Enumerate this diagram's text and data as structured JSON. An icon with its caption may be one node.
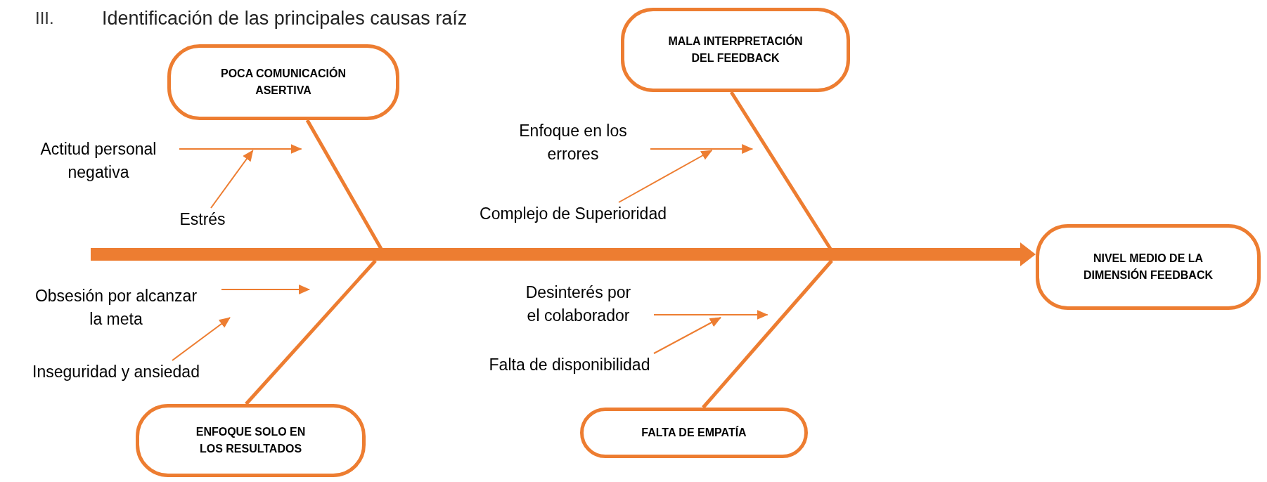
{
  "diagram": {
    "title": "Identificación de las principales causas raíz",
    "nodes": [
      {
        "text": [
          "POCA COMUNICACIÓN ASERTIVA"
        ]
      },
      {
        "text": [
          "MALA INTERPRETACIÓN DEL FEEDBACK"
        ]
      },
      {
        "text": [
          "ENFOQUE SOLO EN LOS RESULTADOS"
        ]
      },
      {
        "text": [
          "FALTA DE EMPATÍA"
        ]
      },
      {
        "text": [
          "NIVEL MEDIO DE LA DIMENSIÓN FEEDBACK"
        ]
      },
      {
        "text": [
          "Actitud personal negativa"
        ]
      },
      {
        "text": [
          "Estrés"
        ]
      },
      {
        "text": [
          "Enfoque en los errores"
        ]
      },
      {
        "text": [
          "Complejo de Superioridad"
        ]
      },
      {
        "text": [
          "Obsesión por alcanzar la meta"
        ]
      },
      {
        "text": [
          "Inseguridad y ansiedad"
        ]
      },
      {
        "text": [
          "Desinterés por el colaborador"
        ]
      },
      {
        "text": [
          "Falta de disponibilidad"
        ]
      }
    ],
    "edges": [
      {
        "from": null,
        "to": 4,
        "arrow": "to",
        "style": "thick"
      },
      {
        "from": 0,
        "to": null,
        "arrow": "none",
        "style": "thick"
      },
      {
        "from": 1,
        "to": null,
        "arrow": "none",
        "style": "thick"
      },
      {
        "from": 2,
        "to": null,
        "arrow": "none",
        "style": "thick"
      },
      {
        "from": 3,
        "to": null,
        "arrow": "none",
        "style": "thick"
      },
      {
        "from": 5,
        "to": 0,
        "arrow": "to"
      },
      {
        "from": 6,
        "to": 0,
        "arrow": "to"
      },
      {
        "from": 7,
        "to": 1,
        "arrow": "to"
      },
      {
        "from": 8,
        "to": 1,
        "arrow": "to"
      },
      {
        "from": 9,
        "to": null,
        "arrow": "to"
      },
      {
        "from": 10,
        "to": 9,
        "arrow": "to"
      },
      {
        "from": 11,
        "to": 3,
        "arrow": "to"
      },
      {
        "from": 12,
        "to": null,
        "arrow": "to"
      }
    ],
    "labels": [
      "III."
    ]
  }
}
